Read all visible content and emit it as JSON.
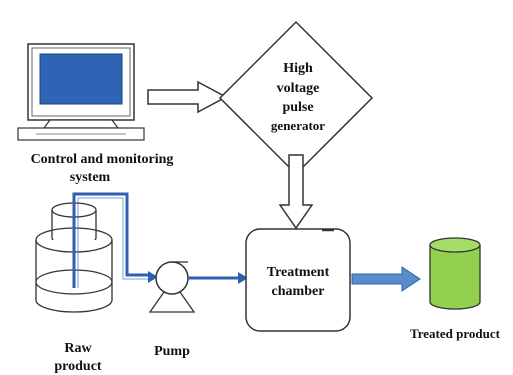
{
  "labels": {
    "control_line1": "Control and monitoring",
    "control_line2": "system",
    "generator_line1": "High",
    "generator_line2": "voltage",
    "generator_line3": "pulse",
    "generator_line4": "generator",
    "chamber_line1": "Treatment",
    "chamber_line2": "chamber",
    "raw_line1": "Raw",
    "raw_line2": "product",
    "pump": "Pump",
    "treated": "Treated product"
  },
  "colors": {
    "pipe": "#2f5fb0",
    "screen": "#2e64b3",
    "treated_fill": "#92d050",
    "outline": "#333333"
  }
}
